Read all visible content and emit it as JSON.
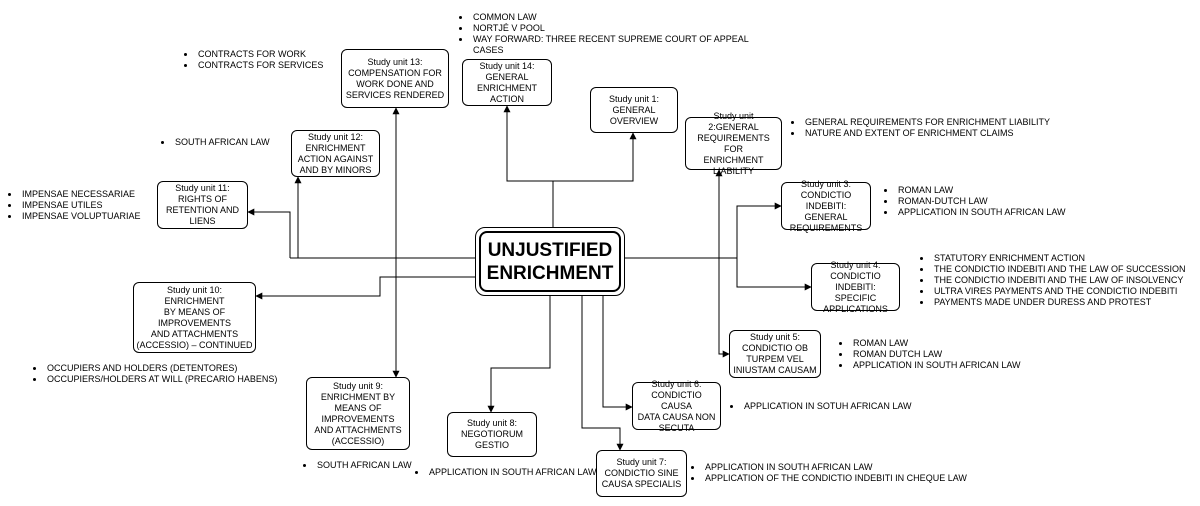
{
  "center": {
    "title": "UNJUSTIFIED\nENRICHMENT"
  },
  "units": {
    "u1": {
      "label": "Study unit 1:\nGENERAL\nOVERVIEW",
      "notes": []
    },
    "u2": {
      "label": "Study unit 2:GENERAL\nREQUIREMENTS FOR\nENRICHMENT\nLIABILITY",
      "notes": [
        "GENERAL REQUIREMENTS FOR ENRICHMENT LIABILITY",
        "NATURE AND EXTENT OF ENRICHMENT CLAIMS"
      ]
    },
    "u3": {
      "label": "Study unit 3:\nCONDICTIO\nINDEBITI: GENERAL\nREQUIREMENTS",
      "notes": [
        "ROMAN LAW",
        "ROMAN-DUTCH LAW",
        "APPLICATION IN SOUTH AFRICAN LAW"
      ]
    },
    "u4": {
      "label": "Study unit 4:\nCONDICTIO\nINDEBITI: SPECIFIC\nAPPLICATIONS",
      "notes": [
        "STATUTORY ENRICHMENT ACTION",
        "THE CONDICTIO INDEBITI AND THE LAW OF SUCCESSION",
        "THE CONDICTIO INDEBITI AND THE LAW OF INSOLVENCY",
        "ULTRA VIRES PAYMENTS AND THE CONDICTIO INDEBITI",
        "PAYMENTS MADE UNDER DURESS AND PROTEST"
      ]
    },
    "u5": {
      "label": "Study unit 5:\nCONDICTIO OB\nTURPEM VEL\nINIUSTAM CAUSAM",
      "notes": [
        "ROMAN LAW",
        "ROMAN DUTCH LAW",
        "APPLICATION IN SOUTH AFRICAN LAW"
      ]
    },
    "u6": {
      "label": "Study unit 6:\nCONDICTIO CAUSA\nDATA CAUSA NON\nSECUTA",
      "notes": [
        "APPLICATION IN SOTUH AFRICAN LAW"
      ]
    },
    "u7": {
      "label": "Study unit 7:\nCONDICTIO SINE\nCAUSA SPECIALIS",
      "notes": [
        "APPLICATION IN SOUTH AFRICAN LAW",
        "APPLICATION OF THE CONDICTIO INDEBITI IN CHEQUE LAW"
      ]
    },
    "u8": {
      "label": "Study unit 8:\nNEGOTIORUM\nGESTIO",
      "notes": [
        "APPLICATION IN SOUTH AFRICAN LAW"
      ]
    },
    "u9": {
      "label": "Study unit 9:\nENRICHMENT BY\nMEANS OF\nIMPROVEMENTS\nAND ATTACHMENTS\n(ACCESSIO)",
      "notes": [
        "SOUTH AFRICAN LAW"
      ]
    },
    "u10": {
      "label": "Study unit 10: ENRICHMENT\nBY MEANS OF\nIMPROVEMENTS\nAND ATTACHMENTS\n(ACCESSIO) – CONTINUED",
      "notes": [
        "OCCUPIERS AND HOLDERS (DETENTORES)",
        "OCCUPIERS/HOLDERS AT WILL (PRECARIO HABENS)"
      ]
    },
    "u11": {
      "label": "Study unit 11:\nRIGHTS OF\nRETENTION AND\nLIENS",
      "notes": [
        "IMPENSAE NECESSARIAE",
        "IMPENSAE UTILES",
        "IMPENSAE VOLUPTUARIAE"
      ]
    },
    "u12": {
      "label": "Study unit 12:\nENRICHMENT\nACTION AGAINST\nAND BY MINORS",
      "notes": [
        "SOUTH AFRICAN LAW"
      ]
    },
    "u13": {
      "label": "Study unit 13:\nCOMPENSATION FOR\nWORK DONE AND\nSERVICES RENDERED",
      "notes": [
        "CONTRACTS FOR WORK",
        "CONTRACTS FOR SERVICES"
      ]
    },
    "u14": {
      "label": "Study unit 14:\nGENERAL\nENRICHMENT\nACTION",
      "notes": [
        "COMMON LAW",
        "NORTJÉ V POOL",
        "WAY FORWARD: THREE RECENT SUPREME COURT OF APPEAL CASES"
      ]
    }
  }
}
